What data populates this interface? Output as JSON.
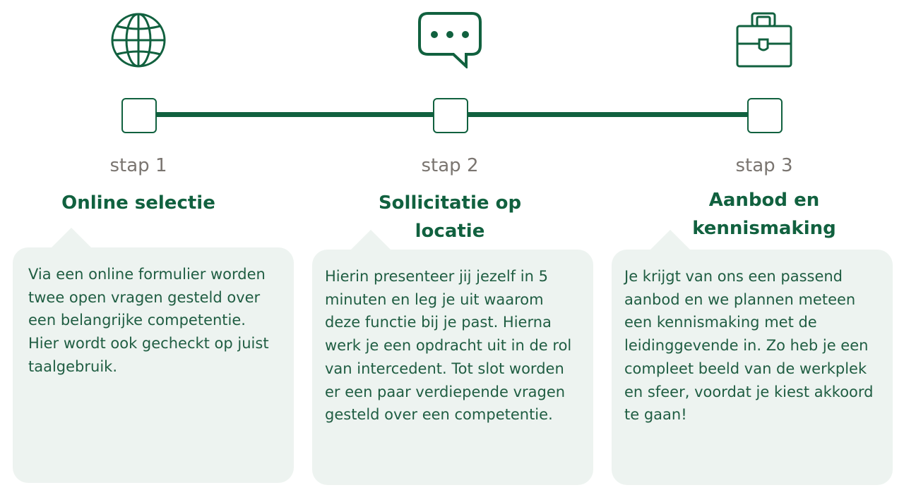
{
  "accent_color": "#11613f",
  "steps": [
    {
      "icon": "globe-icon",
      "step": "stap 1",
      "title": "Online selectie",
      "text": "Via een online formulier worden twee open vragen gesteld over een belangrijke competentie. Hier wordt ook gecheckt op juist taalgebruik."
    },
    {
      "icon": "chat-bubble-icon",
      "step": "stap 2",
      "title": "Sollicitatie op locatie",
      "text": "Hierin presenteer jij jezelf in 5 minuten en leg je uit waarom deze functie bij je past. Hierna werk je een opdracht uit in de rol van intercedent. Tot slot worden er een paar verdiepende vragen gesteld over een competentie."
    },
    {
      "icon": "briefcase-icon",
      "step": "stap 3",
      "title": "Aanbod en kennismaking",
      "text": "Je krijgt van ons een passend aanbod en we plannen meteen een kennismaking met de leidinggevende in. Zo heb je een compleet beeld van de werkplek en sfeer, voordat je kiest akkoord te gaan!"
    }
  ]
}
